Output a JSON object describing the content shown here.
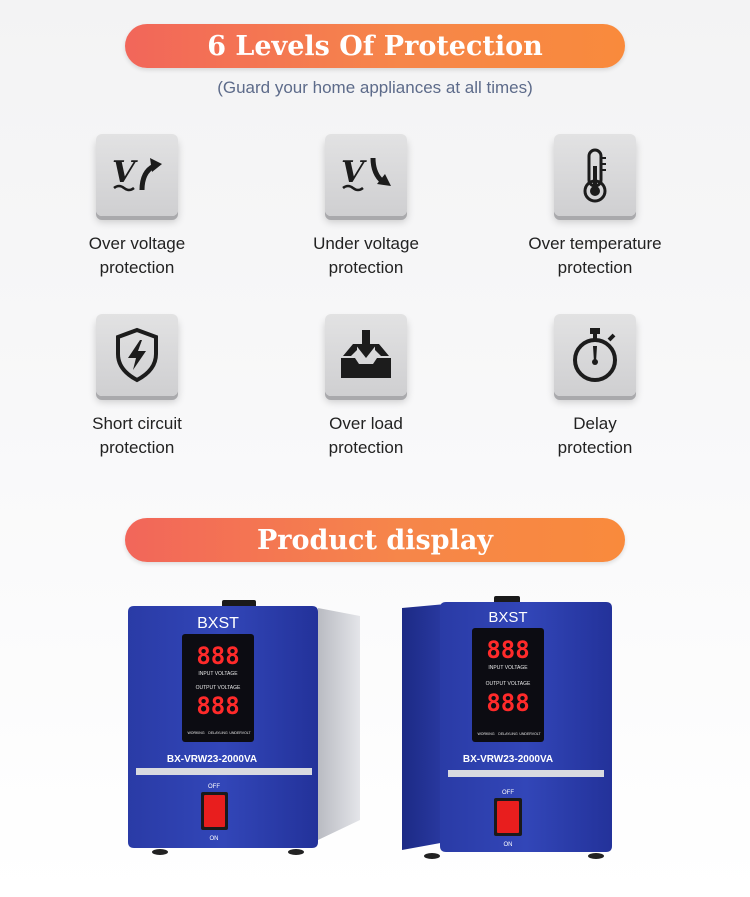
{
  "section1": {
    "title": "6 Levels Of Protection",
    "subtitle": "(Guard your home appliances at all times)"
  },
  "features": [
    {
      "label": "Over voltage\nprotection",
      "icon": "over-voltage-icon"
    },
    {
      "label": "Under voltage\nprotection",
      "icon": "under-voltage-icon"
    },
    {
      "label": "Over temperature\nprotection",
      "icon": "thermometer-icon"
    },
    {
      "label": "Short circuit\nprotection",
      "icon": "shield-lightning-icon"
    },
    {
      "label": "Over load\nprotection",
      "icon": "tray-download-icon"
    },
    {
      "label": "Delay\nprotection",
      "icon": "stopwatch-icon"
    }
  ],
  "section2": {
    "title": "Product display"
  },
  "products": [
    {
      "brand": "BXST",
      "display_in": "888",
      "display_out": "888",
      "input_label": "INPUT VOLTAGE",
      "output_label": "OUTPUT VOLTAGE",
      "led_labels": [
        "WORKING",
        "DELAYLING",
        "UNDERVOLT"
      ],
      "model": "BX-VRW23-2000VA",
      "switch_off": "OFF",
      "switch_on": "ON"
    },
    {
      "brand": "BXST",
      "display_in": "888",
      "display_out": "888",
      "input_label": "INPUT VOLTAGE",
      "output_label": "OUTPUT VOLTAGE",
      "led_labels": [
        "WORKING",
        "DELAYLING",
        "UNDERVOLT"
      ],
      "model": "BX-VRW23-2000VA",
      "switch_off": "OFF",
      "switch_on": "ON"
    }
  ],
  "colors": {
    "pill_start": "#f2665a",
    "pill_end": "#f98a3c",
    "device_blue": "#2b3ea8",
    "led_red": "#ff2a2a"
  }
}
